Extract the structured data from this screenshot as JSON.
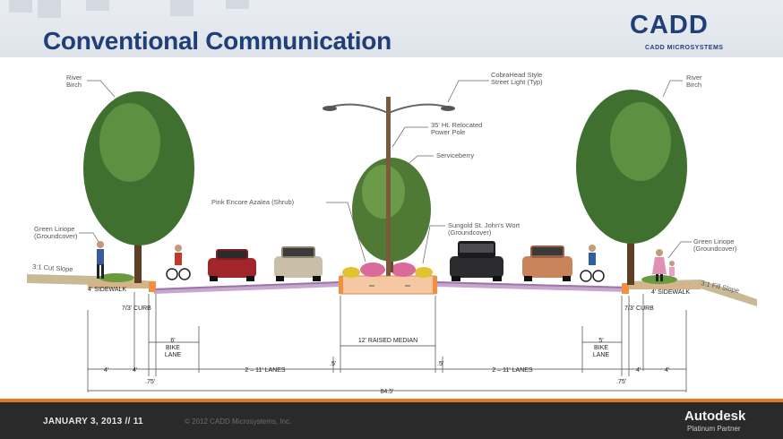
{
  "header": {
    "title": "Conventional Communication",
    "logo_text": "CADD",
    "logo_subtitle": "CADD MICROSYSTEMS"
  },
  "diagram": {
    "callouts": {
      "river_birch_left": [
        "River",
        "Birch"
      ],
      "river_birch_right": [
        "River",
        "Birch"
      ],
      "street_light": [
        "CobraHead Style",
        "Street Light (Typ)"
      ],
      "power_pole": [
        "35' Ht. Relocated",
        "Power Pole"
      ],
      "serviceberry": "Serviceberry",
      "azalea": "Pink Encore Azalea (Shrub)",
      "st_johns_wort": [
        "Sungold St. John's Wort",
        "(Groundcover)"
      ],
      "liriope_left": [
        "Green Liriope",
        "(Groundcover)"
      ],
      "liriope_right": [
        "Green Liriope",
        "(Groundcover)"
      ],
      "cut_slope": "3:1 Cut Slope",
      "fill_slope": "3:1 Fill Slope"
    },
    "dimensions": {
      "sidewalk_left": "4' SIDEWALK",
      "sidewalk_right": "4' SIDEWALK",
      "curb_left": "7/3' CURB",
      "curb_right": "7/3' CURB",
      "bike_lane_left": [
        "6'",
        "BIKE",
        "LANE"
      ],
      "bike_lane_right": [
        "5'",
        "BIKE",
        "LANE"
      ],
      "raised_median": "12' RAISED MEDIAN",
      "lanes_left": "2 – 11' LANES",
      "lanes_right": "2 – 11' LANES",
      "four_ft": "4'",
      "point75": ".75'",
      "half_ft": ".5'",
      "total": "84.5'"
    }
  },
  "footer": {
    "date": "JANUARY 3, 2013  //  11",
    "copyright": "© 2012 CADD Microsystems, Inc.",
    "brand": "Autodesk",
    "partner": "Platinum Partner"
  }
}
